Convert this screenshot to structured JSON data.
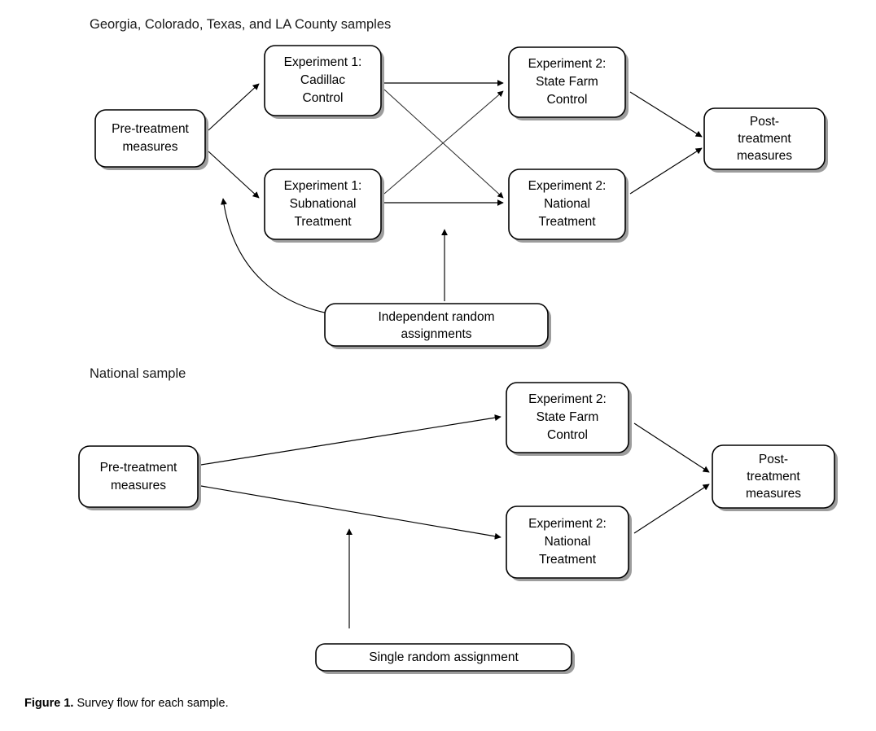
{
  "figure": {
    "caption_label": "Figure 1.",
    "caption_text": "Survey flow for each sample.",
    "colors": {
      "stroke": "#000000",
      "fill": "#ffffff",
      "shadow": "#8c8c8c",
      "text": "#000000",
      "background": "#ffffff"
    }
  },
  "panels": [
    {
      "id": "subnational-panel",
      "label": "Georgia, Colorado, Texas, and LA County samples",
      "nodes": [
        {
          "id": "pre-treatment",
          "lines": [
            "Pre-treatment",
            "measures"
          ]
        },
        {
          "id": "exp1-cadillac-control",
          "lines": [
            "Experiment 1:",
            "Cadillac",
            "Control"
          ]
        },
        {
          "id": "exp1-subnational-treatment",
          "lines": [
            "Experiment 1:",
            "Subnational",
            "Treatment"
          ]
        },
        {
          "id": "exp2-state-farm-control",
          "lines": [
            "Experiment 2:",
            "State Farm",
            "Control"
          ]
        },
        {
          "id": "exp2-national-treatment",
          "lines": [
            "Experiment 2:",
            "National",
            "Treatment"
          ]
        },
        {
          "id": "post-treatment",
          "lines": [
            "Post-",
            "treatment",
            "measures"
          ]
        },
        {
          "id": "independent-random-assignments",
          "lines": [
            "Independent random",
            "assignments"
          ]
        }
      ],
      "edges": [
        {
          "from": "pre-treatment",
          "to": "exp1-cadillac-control"
        },
        {
          "from": "pre-treatment",
          "to": "exp1-subnational-treatment"
        },
        {
          "from": "exp1-cadillac-control",
          "to": "exp2-state-farm-control"
        },
        {
          "from": "exp1-cadillac-control",
          "to": "exp2-national-treatment"
        },
        {
          "from": "exp1-subnational-treatment",
          "to": "exp2-state-farm-control"
        },
        {
          "from": "exp1-subnational-treatment",
          "to": "exp2-national-treatment"
        },
        {
          "from": "exp2-state-farm-control",
          "to": "post-treatment"
        },
        {
          "from": "exp2-national-treatment",
          "to": "post-treatment"
        },
        {
          "from": "independent-random-assignments",
          "to": "pre-treatment"
        },
        {
          "from": "independent-random-assignments",
          "to": "experiment-2-split"
        }
      ]
    },
    {
      "id": "national-panel",
      "label": "National sample",
      "nodes": [
        {
          "id": "pre-treatment",
          "lines": [
            "Pre-treatment",
            "measures"
          ]
        },
        {
          "id": "exp2-state-farm-control",
          "lines": [
            "Experiment 2:",
            "State Farm",
            "Control"
          ]
        },
        {
          "id": "exp2-national-treatment",
          "lines": [
            "Experiment 2:",
            "National",
            "Treatment"
          ]
        },
        {
          "id": "post-treatment",
          "lines": [
            "Post-",
            "treatment",
            "measures"
          ]
        },
        {
          "id": "single-random-assignment",
          "lines": [
            "Single random assignment"
          ]
        }
      ],
      "edges": [
        {
          "from": "pre-treatment",
          "to": "exp2-state-farm-control"
        },
        {
          "from": "pre-treatment",
          "to": "exp2-national-treatment"
        },
        {
          "from": "exp2-state-farm-control",
          "to": "post-treatment"
        },
        {
          "from": "exp2-national-treatment",
          "to": "post-treatment"
        },
        {
          "from": "single-random-assignment",
          "to": "experiment-2-split"
        }
      ]
    }
  ]
}
